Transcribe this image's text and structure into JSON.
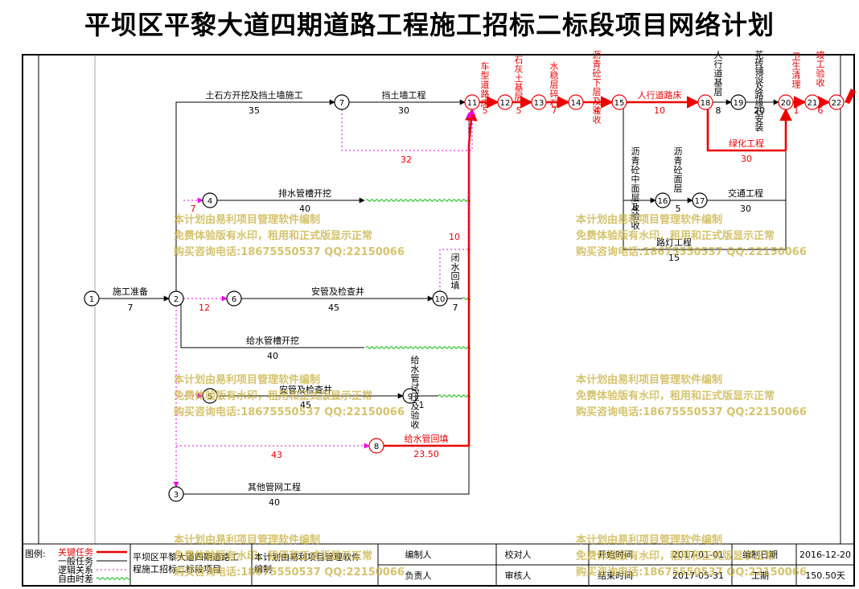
{
  "title": "平坝区平黎大道四期道路工程施工招标二标段项目网络计划",
  "colors": {
    "critical": "#ee0000",
    "normal": "#000000",
    "logic": "#ee00ee",
    "float": "#00bb00",
    "watermark": "#c8af3c"
  },
  "nodes": [
    "1",
    "2",
    "3",
    "4",
    "5",
    "6",
    "7",
    "8",
    "9",
    "10",
    "11",
    "12",
    "13",
    "14",
    "15",
    "16",
    "17",
    "18",
    "19",
    "20",
    "21",
    "22"
  ],
  "activities": [
    {
      "name": "施工准备",
      "dur": "7"
    },
    {
      "name": "土石方开挖及挡土墙施工",
      "dur": "35"
    },
    {
      "name": "挡土墙工程",
      "dur": "30"
    },
    {
      "name": "排水管槽开挖",
      "dur": "40"
    },
    {
      "name": "安管及检查井",
      "dur": "45"
    },
    {
      "name": "闭水回填",
      "dur": "7"
    },
    {
      "name": "给水管槽开挖",
      "dur": "40"
    },
    {
      "name": "安管及检查井",
      "dur": "45"
    },
    {
      "name": "给水管试压及验收",
      "dur": "1"
    },
    {
      "name": "给水管回填",
      "dur": "23.50"
    },
    {
      "name": "其他管网工程",
      "dur": "40"
    },
    {
      "name": "车型道路床",
      "dur": "5"
    },
    {
      "name": "石灰土基层",
      "dur": "5"
    },
    {
      "name": "水稳层碎石",
      "dur": "7"
    },
    {
      "name": "沥青砼下层及验收",
      "dur": "4"
    },
    {
      "name": "人行道路床",
      "dur": "10"
    },
    {
      "name": "人行道基层",
      "dur": "8"
    },
    {
      "name": "花砖铺设及路缘石安装",
      "dur": "20"
    },
    {
      "name": "卫生清理",
      "dur": "1"
    },
    {
      "name": "竣工验收",
      "dur": "6"
    },
    {
      "name": "沥青砼中面层及验收",
      "dur": "4"
    },
    {
      "name": "沥青砼面层",
      "dur": "5"
    },
    {
      "name": "交通工程",
      "dur": "30"
    },
    {
      "name": "路灯工程",
      "dur": "15"
    },
    {
      "name": "绿化工程",
      "dur": "30"
    }
  ],
  "dummies": [
    {
      "label": "7"
    },
    {
      "label": "12"
    },
    {
      "label": "32"
    },
    {
      "label": "10"
    },
    {
      "label": "43"
    }
  ],
  "watermark": {
    "line1": "本计划由易利项目管理软件编制",
    "line2": "免费体验版有水印，租用和正式版显示正常",
    "line3": "购买咨询电话:18675550537 QQ:22150066"
  },
  "footer": {
    "legend_title": "图例:",
    "legend": [
      {
        "label": "关键任务"
      },
      {
        "label": "一般任务"
      },
      {
        "label": "逻辑关系"
      },
      {
        "label": "自由时差"
      }
    ],
    "project_name_1": "平坝区平黎大道四期道路工",
    "project_name_2": "程施工招标二标段项目",
    "software_1": "本计划由易利项目管理软件",
    "software_2": "编制",
    "compiler_label": "编制人",
    "responsible_label": "负责人",
    "checker_label": "校对人",
    "reviewer_label": "审核人",
    "start_label": "开始时间",
    "start_value": "2017-01-01",
    "end_label": "结束时间",
    "end_value": "2017-05-31",
    "made_label": "编制日期",
    "made_value": "2016-12-20",
    "duration_label": "工期",
    "duration_value": "150.50天"
  }
}
